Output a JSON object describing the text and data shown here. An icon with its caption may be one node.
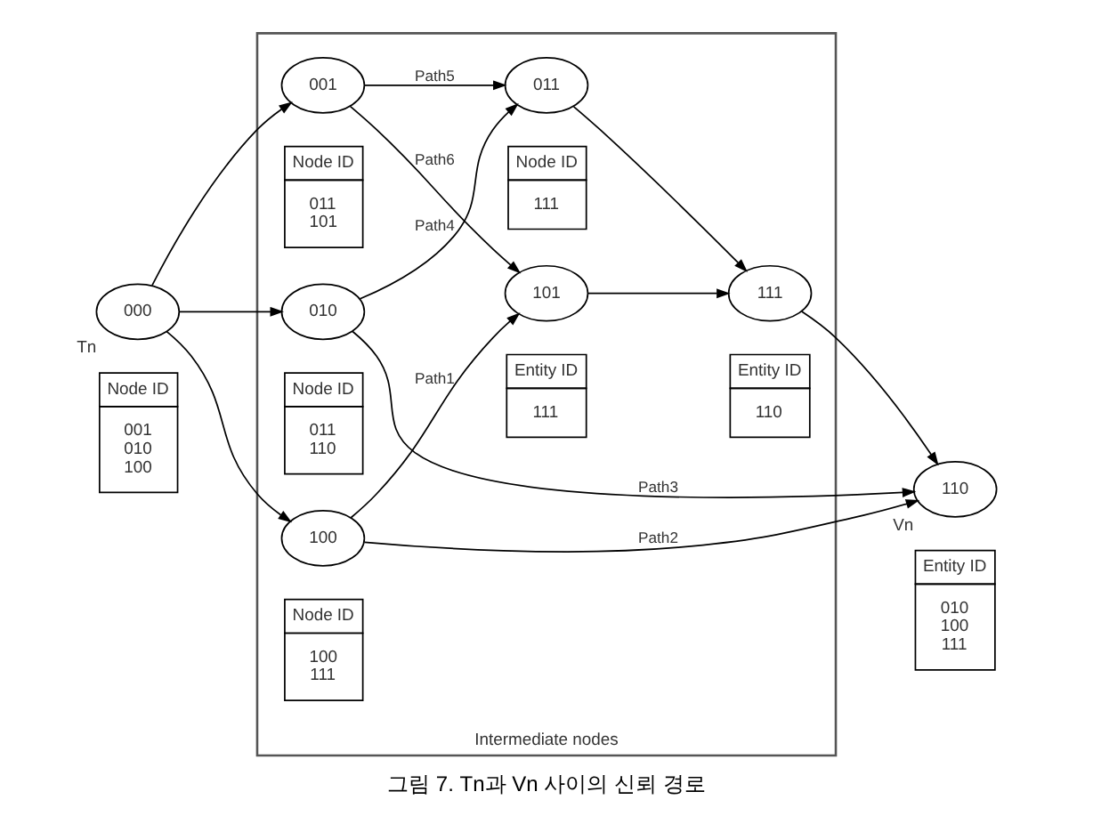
{
  "diagram": {
    "caption": "그림 7. Tn과 Vn 사이의 신뢰 경로",
    "nodes": [
      {
        "text": [
          "Intermediate nodes"
        ]
      },
      {
        "text": [
          "001"
        ],
        "in": 0
      },
      {
        "text": [
          "Node ID",
          "011 101"
        ],
        "in": 0
      },
      {
        "text": [
          "011"
        ],
        "in": 0
      },
      {
        "text": [
          "Node ID",
          "111"
        ],
        "in": 0
      },
      {
        "text": [
          "010"
        ],
        "in": 0
      },
      {
        "text": [
          "Node ID",
          "011 110"
        ],
        "in": 0
      },
      {
        "text": [
          "100"
        ],
        "in": 0
      },
      {
        "text": [
          "Node ID",
          "100 111"
        ],
        "in": 0
      },
      {
        "text": [
          "111"
        ],
        "in": 0
      },
      {
        "text": [
          "Entity ID",
          "110"
        ],
        "in": 0
      },
      {
        "text": [
          "101"
        ],
        "in": 0
      },
      {
        "text": [
          "Entity ID",
          "111"
        ],
        "in": 0
      },
      {
        "text": [
          "000"
        ],
        "beside": [
          "Tn"
        ]
      },
      {
        "text": [
          "Node ID",
          "001 010 100"
        ]
      },
      {
        "text": [
          "110"
        ],
        "beside": [
          "Vn"
        ]
      },
      {
        "text": [
          "Entity ID",
          "010 100 111"
        ]
      }
    ],
    "edges": [
      {
        "from": 13,
        "to": 1,
        "arrow": "to"
      },
      {
        "from": 13,
        "to": 5,
        "arrow": "to"
      },
      {
        "from": 13,
        "to": 7,
        "arrow": "to"
      },
      {
        "from": 1,
        "to": 3,
        "arrow": "to",
        "label": "Path5"
      },
      {
        "from": 5,
        "to": 3,
        "arrow": "to",
        "label": "Path4"
      },
      {
        "from": 5,
        "to": 15,
        "arrow": "to",
        "label": "Path3"
      },
      {
        "from": 1,
        "to": 11,
        "arrow": "to",
        "label": "Path6"
      },
      {
        "from": 7,
        "to": 15,
        "arrow": "to",
        "label": "Path2"
      },
      {
        "from": 7,
        "to": 11,
        "arrow": "to",
        "label": "Path1"
      },
      {
        "from": 3,
        "to": 9,
        "arrow": "to"
      },
      {
        "from": 11,
        "to": 9,
        "arrow": "to"
      },
      {
        "from": 9,
        "to": 15,
        "arrow": "to"
      }
    ]
  }
}
